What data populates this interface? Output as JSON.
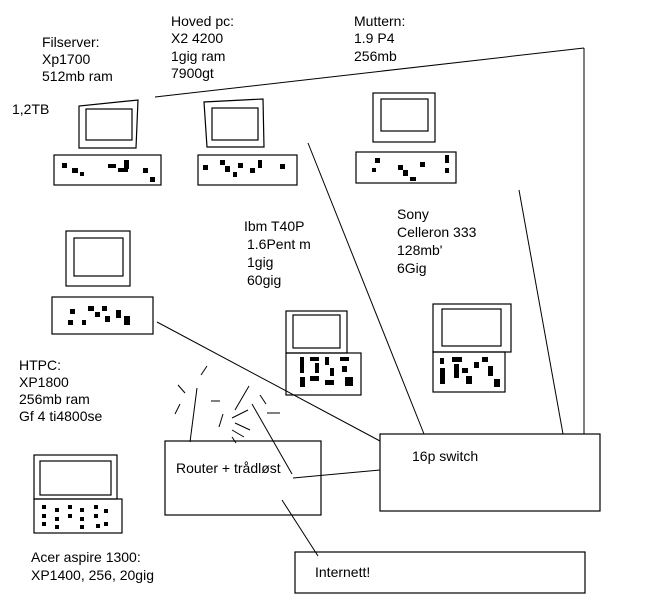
{
  "computers": [
    {
      "id": "filserver",
      "lines": [
        "Filserver:",
        "Xp1700",
        "512mb ram"
      ],
      "extra_label": "1,2TB",
      "icon": "desktop-computer-icon"
    },
    {
      "id": "hoved-pc",
      "lines": [
        "Hoved pc:",
        "X2 4200",
        "1gig ram",
        "7900gt"
      ],
      "icon": "desktop-computer-icon"
    },
    {
      "id": "muttern",
      "lines": [
        "Muttern:",
        "1.9 P4",
        "256mb"
      ],
      "icon": "desktop-computer-icon"
    },
    {
      "id": "htpc",
      "lines": [
        "HTPC:",
        "XP1800",
        "256mb ram",
        "Gf 4 ti4800se"
      ],
      "icon": "desktop-computer-icon"
    },
    {
      "id": "ibm-t40p",
      "lines": [
        "Ibm T40P",
        "1.6Pent m",
        "1gig",
        "60gig"
      ],
      "icon": "laptop-icon"
    },
    {
      "id": "sony",
      "lines": [
        "Sony",
        "Celleron 333",
        "128mb'",
        "6Gig"
      ],
      "icon": "laptop-icon"
    },
    {
      "id": "acer",
      "lines": [
        "Acer aspire 1300:",
        "XP1400, 256, 20gig"
      ],
      "icon": "laptop-icon"
    }
  ],
  "devices": {
    "router": "Router + trådløst",
    "switch": "16p switch",
    "internet": "Internett!"
  },
  "colors": {
    "stroke": "#000000",
    "background": "#ffffff"
  }
}
